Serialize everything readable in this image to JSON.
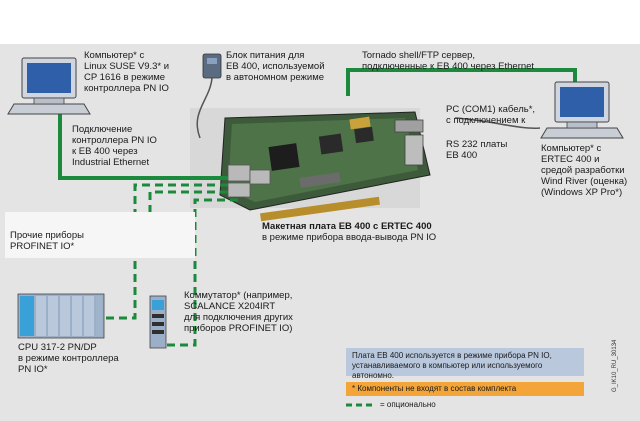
{
  "labels": {
    "pc_linux": [
      "Компьютер* с",
      "Linux SUSE V9.3* и",
      "CP 1616 в режиме",
      "контроллера PN IO"
    ],
    "power_supply": [
      "Блок питания для",
      "EB 400, используемой",
      "в автономном режиме"
    ],
    "tornado": [
      "Tornado shell/FTP сервер,",
      "подключенные к EB 400 через Ethernet"
    ],
    "com_cable": [
      "PC (COM1) кабель*,",
      "с подключением к"
    ],
    "rs232": [
      "RS 232 платы",
      "EB 400"
    ],
    "pn_io_conn": [
      "Подключение",
      "контроллера PN IO",
      "к EB 400 через",
      "Industrial Ethernet"
    ],
    "pc_ertec": [
      "Компьютер* с",
      "ERTEC 400 и",
      "средой разработки",
      "Wind River (оценка)",
      "(Windows XP Pro*)"
    ],
    "other_devices": [
      "Прочие приборы",
      "PROFINET IO*"
    ],
    "board_title": "Макетная плата EB 400 с ERTEC 400",
    "board_subtitle": "в режиме прибора ввода-вывода PN IO",
    "switch": [
      "Коммутатор* (например,",
      "SCALANCE X204IRT",
      "для подключения других",
      "приборов PROFINET IO)"
    ],
    "cpu": [
      "CPU 317-2 PN/DP",
      "в режиме контроллера",
      "PN IO*"
    ]
  },
  "legend": {
    "blue_note": [
      "Плата EB 400 используется в режиме прибора PN IO,",
      "устанавливаемого в компьютер или используемого автономно."
    ],
    "orange_note": "* Компоненты не входят в состав комплекта",
    "dashed_note": "= опционально"
  },
  "figure_code": "G_IK10_RU_30134",
  "colors": {
    "ethernet_green": "#1c8a3c",
    "background_gray": "#e4e4e4",
    "legend_blue": "#b9c8dc",
    "legend_orange": "#f3a53a",
    "monitor_blue": "#2f5fa8"
  }
}
